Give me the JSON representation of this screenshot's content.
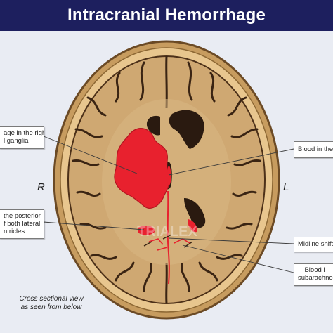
{
  "title": "Intracranial Hemorrhage",
  "labels": {
    "right": "R",
    "left": "L"
  },
  "callouts": {
    "basal_ganglia": [
      "age in the right",
      "l ganglia"
    ],
    "third_ventricle": [
      "Blood in the 3"
    ],
    "lateral_ventricles": [
      "the posterior",
      "f both lateral",
      "ntricles"
    ],
    "midline_shift": [
      "Midline shift"
    ],
    "subarachnoid": [
      "Blood i",
      "subarachno"
    ]
  },
  "caption": [
    "Cross sectional view",
    "as seen from below"
  ],
  "watermark": "TRIALEX",
  "colors": {
    "title_bar": "#1d1f5e",
    "skull": "#e8c68e",
    "brain": "#cfa872",
    "gyrus_line": "#3a2413",
    "blood": "#e8212e",
    "ventricle": "#2a1a10"
  }
}
